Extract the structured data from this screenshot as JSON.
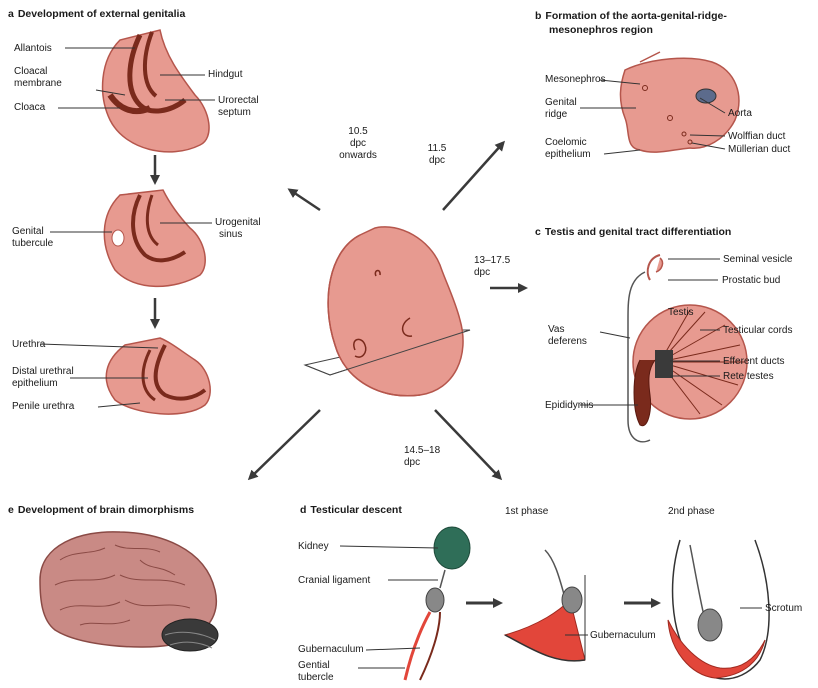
{
  "colors": {
    "tissue": "#e79a90",
    "tissue_edge": "#b5564c",
    "dark": "#7a2a1c",
    "red": "#e2463a",
    "kidney": "#2f6e58",
    "brain": "#c98a85",
    "arrow": "#3a3a3a"
  },
  "panels": {
    "a": {
      "letter": "a",
      "title": "Development of external genitalia"
    },
    "b": {
      "letter": "b",
      "title_line1": "Formation of the aorta-genital-ridge-",
      "title_line2": "mesonephros region"
    },
    "c": {
      "letter": "c",
      "title": "Testis and genital tract differentiation"
    },
    "d": {
      "letter": "d",
      "title": "Testicular descent",
      "phase1": "1st phase",
      "phase2": "2nd phase"
    },
    "e": {
      "letter": "e",
      "title": "Development of brain dimorphisms"
    }
  },
  "labels_a": {
    "allantois": "Allantois",
    "cloacal_l1": "Cloacal",
    "cloacal_l2": "membrane",
    "cloaca": "Cloaca",
    "hindgut": "Hindgut",
    "urorectal_l1": "Urorectal",
    "urorectal_l2": "septum",
    "genital_l1": "Genital",
    "genital_l2": "tubercule",
    "urogenital_l1": "Urogenital",
    "urogenital_l2": "sinus",
    "urethra": "Urethra",
    "distal_l1": "Distal urethral",
    "distal_l2": "epithelium",
    "penile": "Penile urethra"
  },
  "labels_b": {
    "mesonephros": "Mesonephros",
    "genital_l1": "Genital",
    "genital_l2": "ridge",
    "coelomic_l1": "Coelomic",
    "coelomic_l2": "epithelium",
    "aorta": "Aorta",
    "wolffian": "Wolffian duct",
    "mullerian": "Müllerian duct"
  },
  "labels_c": {
    "seminal": "Seminal vesicle",
    "prostatic": "Prostatic bud",
    "testis": "Testis",
    "vas_l1": "Vas",
    "vas_l2": "deferens",
    "cords": "Testicular cords",
    "efferent": "Efferent ducts",
    "rete": "Rete testes",
    "epididymis": "Epididymis"
  },
  "labels_d": {
    "kidney": "Kidney",
    "cranial": "Cranial ligament",
    "gubernaculum": "Gubernaculum",
    "gential_l1": "Gential",
    "gential_l2": "tubercle",
    "gubernaculum2": "Gubernaculum",
    "scrotum": "Scrotum"
  },
  "timings": {
    "t1_l1": "10.5",
    "t1_l2": "dpc",
    "t1_l3": "onwards",
    "t2_l1": "11.5",
    "t2_l2": "dpc",
    "t3_l1": "13–17.5",
    "t3_l2": "dpc",
    "t4_l1": "14.5–18",
    "t4_l2": "dpc"
  }
}
